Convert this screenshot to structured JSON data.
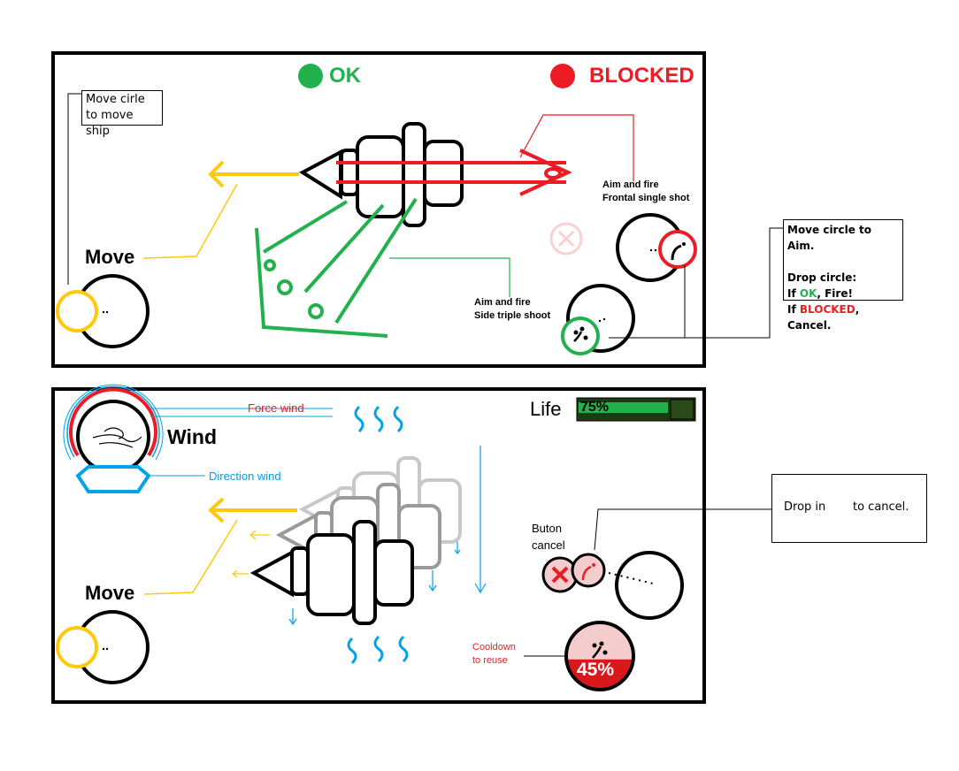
{
  "panel1": {
    "ok_label": "OK",
    "blocked_label": "BLOCKED",
    "move_note": "Move cirle to move ship",
    "move_label": "Move",
    "frontal_label_1": "Aim and fire",
    "frontal_label_2": "Frontal single shot",
    "side_label_1": "Aim and fire",
    "side_label_2": "Side triple shoot",
    "aim_note": {
      "line1": "Move circle to  Aim.",
      "line2": "Drop circle:",
      "line3_prefix": "If ",
      "line3_ok": "OK",
      "line3_suffix": ", Fire!",
      "line4_prefix": "If ",
      "line4_blocked": "BLOCKED",
      "line4_suffix": ", Cancel."
    }
  },
  "panel2": {
    "force_wind_label": "Force wind",
    "wind_label": "Wind",
    "direction_wind_label": "Direction wind",
    "life_label": "Life",
    "life_value": "75%",
    "life_fraction": 0.75,
    "move_label": "Move",
    "cancel_button_label_1": "Buton",
    "cancel_button_label_2": "cancel",
    "cooldown_label_1": "Cooldown",
    "cooldown_label_2": "to reuse",
    "cooldown_value": "45%",
    "cooldown_fraction": 0.45,
    "drop_note_prefix": "Drop in",
    "drop_note_suffix": "to cancel."
  },
  "colors": {
    "ok": "#22b14c",
    "blocked": "#ed1c24",
    "move": "#ffc90e",
    "wind": "#00a2e8",
    "life_bar": "#22b14c"
  }
}
